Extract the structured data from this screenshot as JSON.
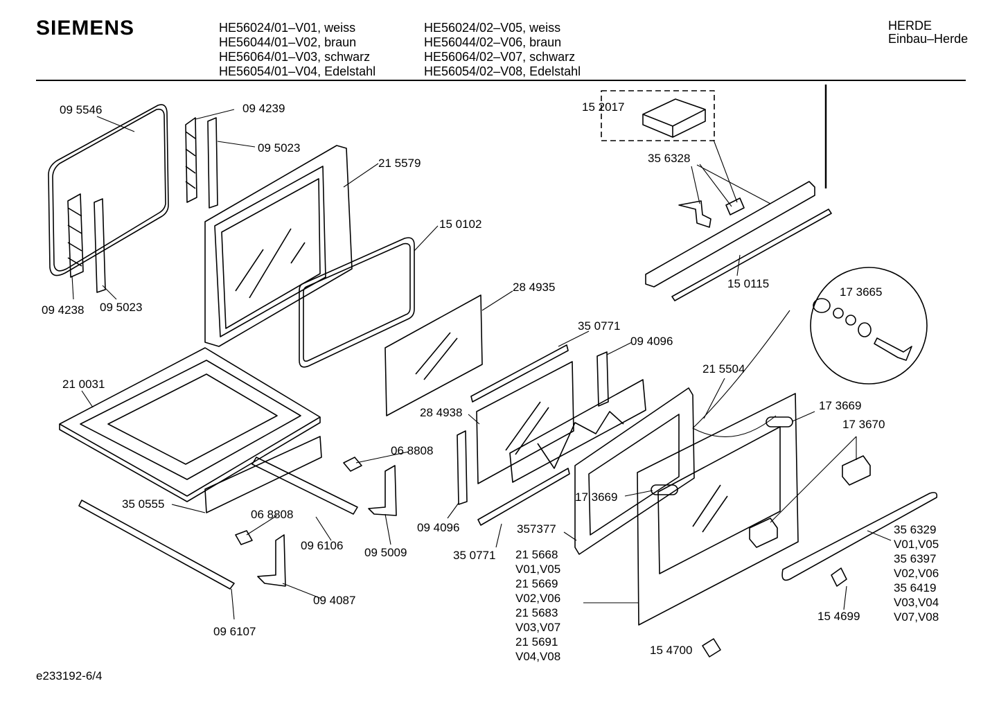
{
  "header": {
    "brand": "SIEMENS",
    "models_left": [
      "HE56024/01–V01, weiss",
      "HE56044/01–V02, braun",
      "HE56064/01–V03, schwarz",
      "HE56054/01–V04, Edelstahl"
    ],
    "models_right": [
      "HE56024/02–V05, weiss",
      "HE56044/02–V06, braun",
      "HE56064/02–V07, schwarz",
      "HE56054/02–V08, Edelstahl"
    ],
    "category": "HERDE",
    "subcategory": "Einbau–Herde"
  },
  "parts": {
    "p095546": "09 5546",
    "p094239": "09 4239",
    "p095023_top": "09 5023",
    "p215579": "21 5579",
    "p150102": "15 0102",
    "p094238": "09 4238",
    "p095023_bottom": "09 5023",
    "p152017": "15 2017",
    "p356328": "35 6328",
    "p150115": "15 0115",
    "p173665": "17 3665",
    "p284935": "28 4935",
    "p350771_top": "35 0771",
    "p094096_top": "09 4096",
    "p215504": "21 5504",
    "p173669_right": "17 3669",
    "p173670": "17 3670",
    "p210031": "21 0031",
    "p284938": "28 4938",
    "p068808_top": "06 8808",
    "p068808_bottom": "06 8808",
    "p350555": "35 0555",
    "p173669_left": "17 3669",
    "p357377": "357377",
    "p094096_bottom": "09 4096",
    "p095009": "09 5009",
    "p096106": "09 6106",
    "p350771_bottom": "35 0771",
    "p094087": "09 4087",
    "p096107": "09 6107",
    "p154699": "15 4699",
    "p154700": "15 4700"
  },
  "door_variants": [
    "21 5668",
    "V01,V05",
    "21 5669",
    "V02,V06",
    "21 5683",
    "V03,V07",
    "21 5691",
    "V04,V08"
  ],
  "handle_variants": [
    "35 6329",
    "V01,V05",
    "35 6397",
    "V02,V06",
    "35 6419",
    "V03,V04",
    "V07,V08"
  ],
  "footer": {
    "doc_id": "e233192-6/4"
  }
}
